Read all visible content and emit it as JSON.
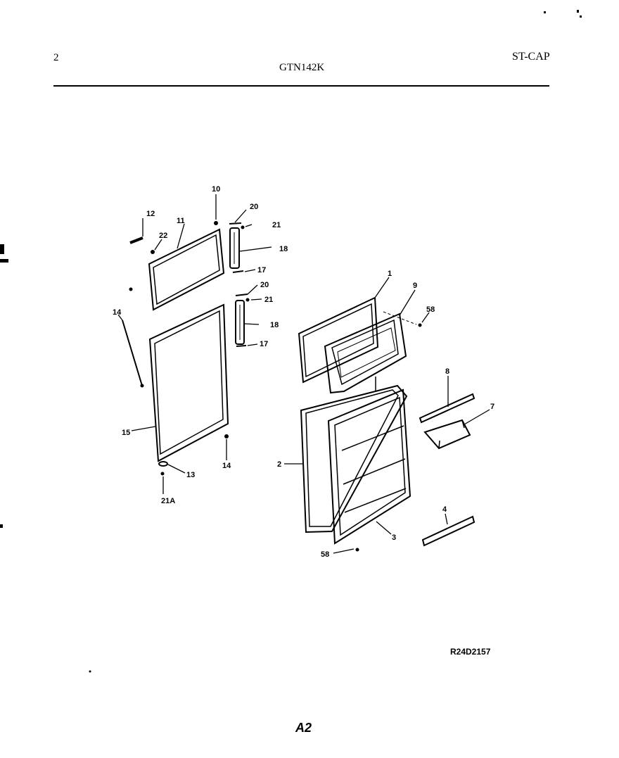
{
  "header": {
    "page_number": "2",
    "model": "GTN142K",
    "section_code": "ST-CAP"
  },
  "callouts": {
    "c1": "1",
    "c2": "2",
    "c3": "3",
    "c4": "4",
    "c7": "7",
    "c8": "8",
    "c9": "9",
    "c10": "10",
    "c11": "11",
    "c12": "12",
    "c13": "13",
    "c14a": "14",
    "c14b": "14",
    "c15": "15",
    "c17a": "17",
    "c17b": "17",
    "c18a": "18",
    "c18b": "18",
    "c20a": "20",
    "c20b": "20",
    "c21a": "21",
    "c21b": "21",
    "c21A": "21A",
    "c22": "22",
    "c58a": "58",
    "c58b": "58"
  },
  "footer": {
    "drawing_ref": "R24D2157",
    "sheet_id": "A2"
  }
}
